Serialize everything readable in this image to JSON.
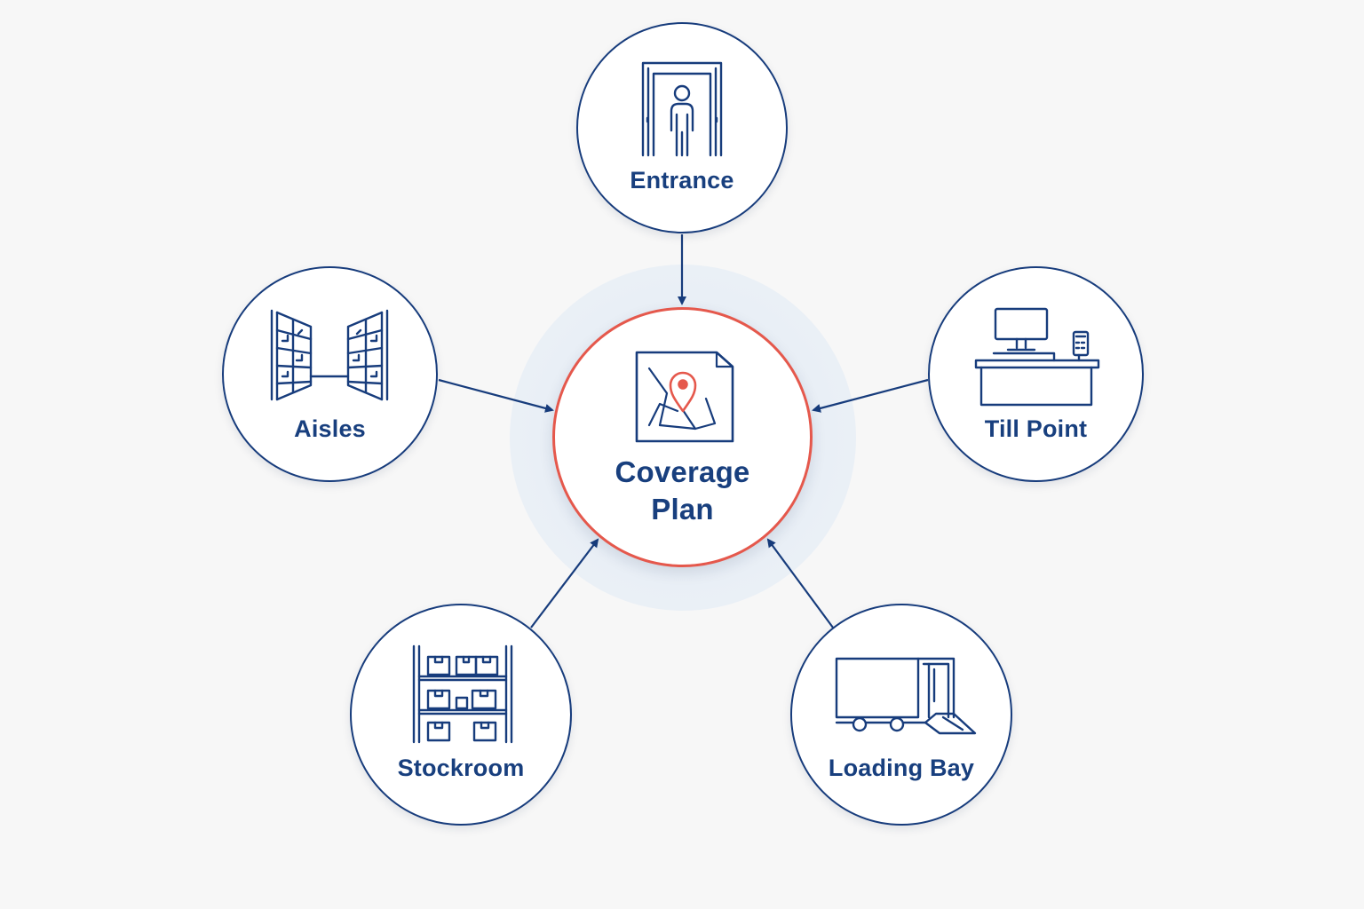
{
  "diagram": {
    "hub": {
      "label_line1": "Coverage",
      "label_line2": "Plan",
      "icon": "map-pin-icon"
    },
    "nodes": {
      "entrance": {
        "label": "Entrance",
        "icon": "entrance-door-person-icon"
      },
      "aisles": {
        "label": "Aisles",
        "icon": "shelving-aisles-icon"
      },
      "till": {
        "label": "Till Point",
        "icon": "checkout-counter-icon"
      },
      "stockroom": {
        "label": "Stockroom",
        "icon": "storage-shelves-boxes-icon"
      },
      "loading": {
        "label": "Loading Bay",
        "icon": "delivery-truck-icon"
      }
    },
    "colors": {
      "primary": "#173c7c",
      "accent": "#e5584c",
      "background": "#f7f7f7",
      "halo": "#e8eef6"
    }
  }
}
